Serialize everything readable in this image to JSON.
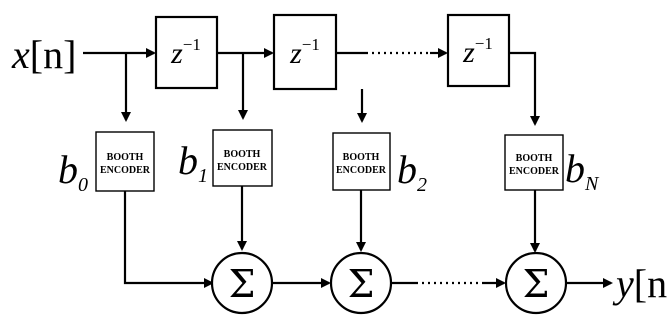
{
  "input_signal": {
    "name": "x",
    "index": "[n]"
  },
  "output_signal": {
    "name": "y",
    "index": "[n"
  },
  "delay_label": {
    "base": "z",
    "exp": "−1"
  },
  "encoder_label": {
    "line1": "BOOTH",
    "line2": "ENCODER"
  },
  "sum_symbol": "Σ",
  "coefficients": [
    {
      "base": "b",
      "sub": "0"
    },
    {
      "base": "b",
      "sub": "1"
    },
    {
      "base": "b",
      "sub": "2"
    },
    {
      "base": "b",
      "sub": "N"
    }
  ]
}
